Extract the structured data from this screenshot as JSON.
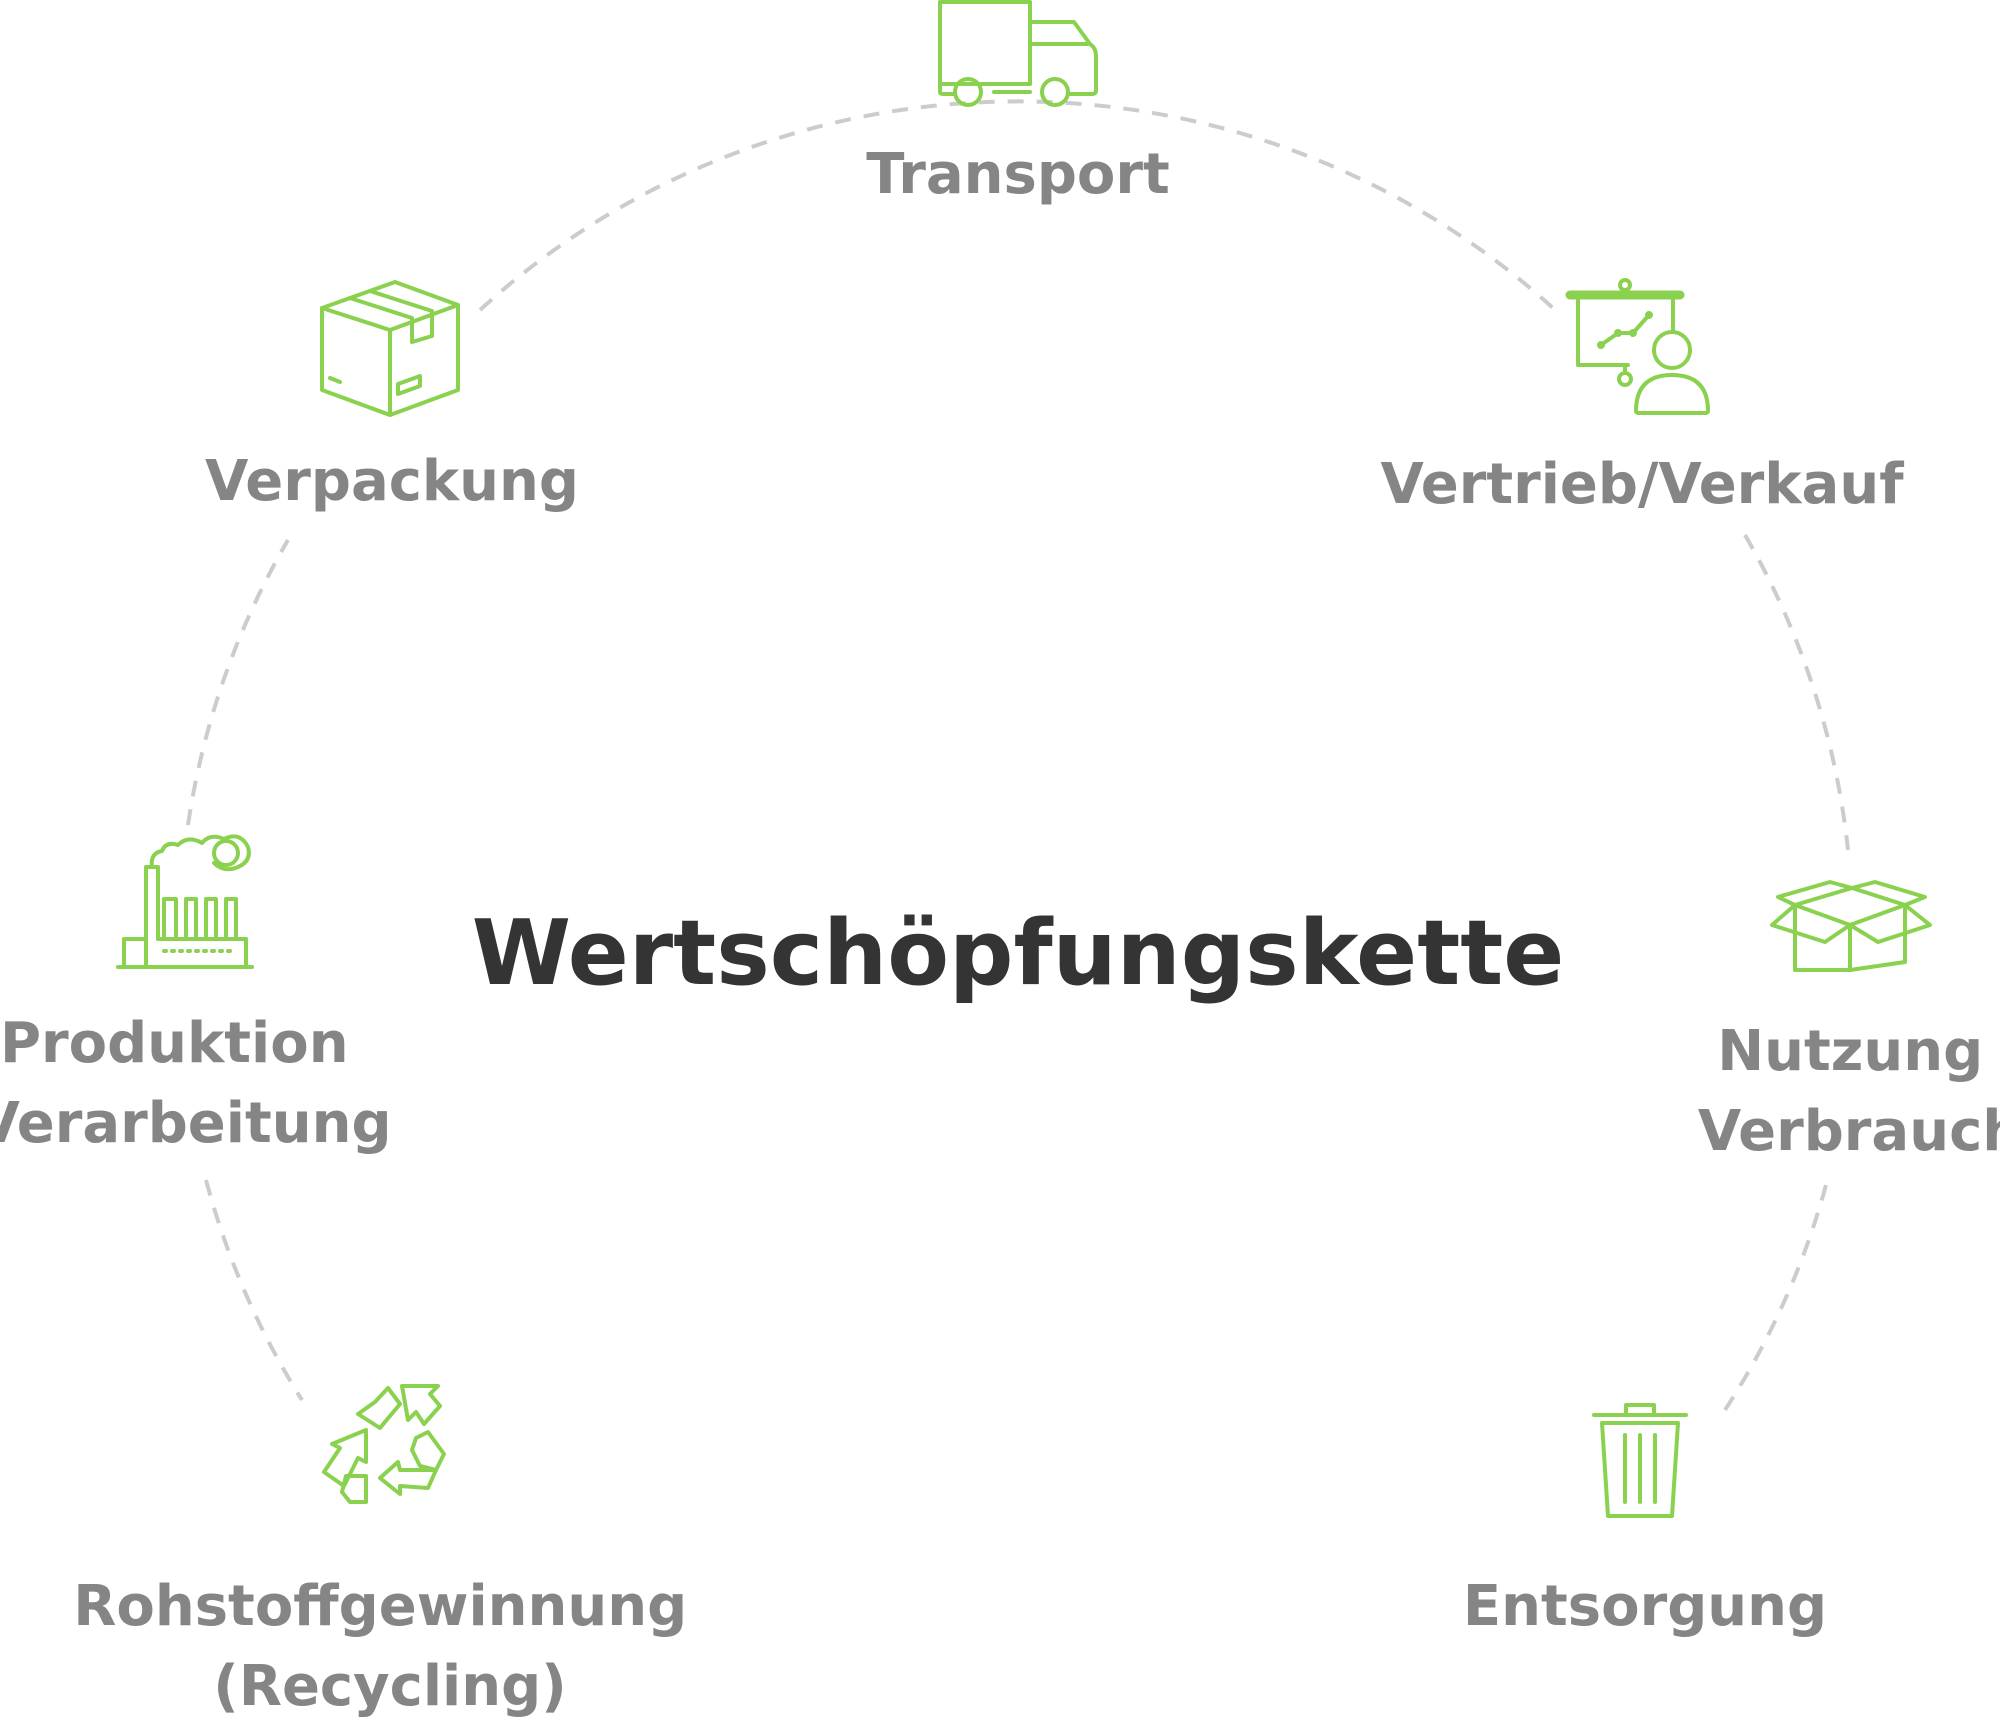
{
  "title": "Wertschöpfungskette",
  "colors": {
    "icon": "#8ad14f",
    "label": "#858585",
    "title": "#343434",
    "connector": "#cccccc"
  },
  "stages": [
    {
      "id": "transport",
      "lines": [
        "Transport"
      ],
      "icon": "truck-icon"
    },
    {
      "id": "vertrieb",
      "lines": [
        "Vertrieb/Verkauf"
      ],
      "icon": "presentation-icon"
    },
    {
      "id": "nutzung",
      "lines": [
        "Nutzung",
        "Verbrauch"
      ],
      "icon": "open-box-icon"
    },
    {
      "id": "entsorgung",
      "lines": [
        "Entsorgung"
      ],
      "icon": "trash-can-icon"
    },
    {
      "id": "rohstoff",
      "lines": [
        "Rohstoffgewinnung",
        "(Recycling)"
      ],
      "icon": "recycle-icon"
    },
    {
      "id": "produktion",
      "lines": [
        "Produktion",
        "Verarbeitung"
      ],
      "icon": "factory-icon"
    },
    {
      "id": "verpackung",
      "lines": [
        "Verpackung"
      ],
      "icon": "package-icon"
    }
  ]
}
